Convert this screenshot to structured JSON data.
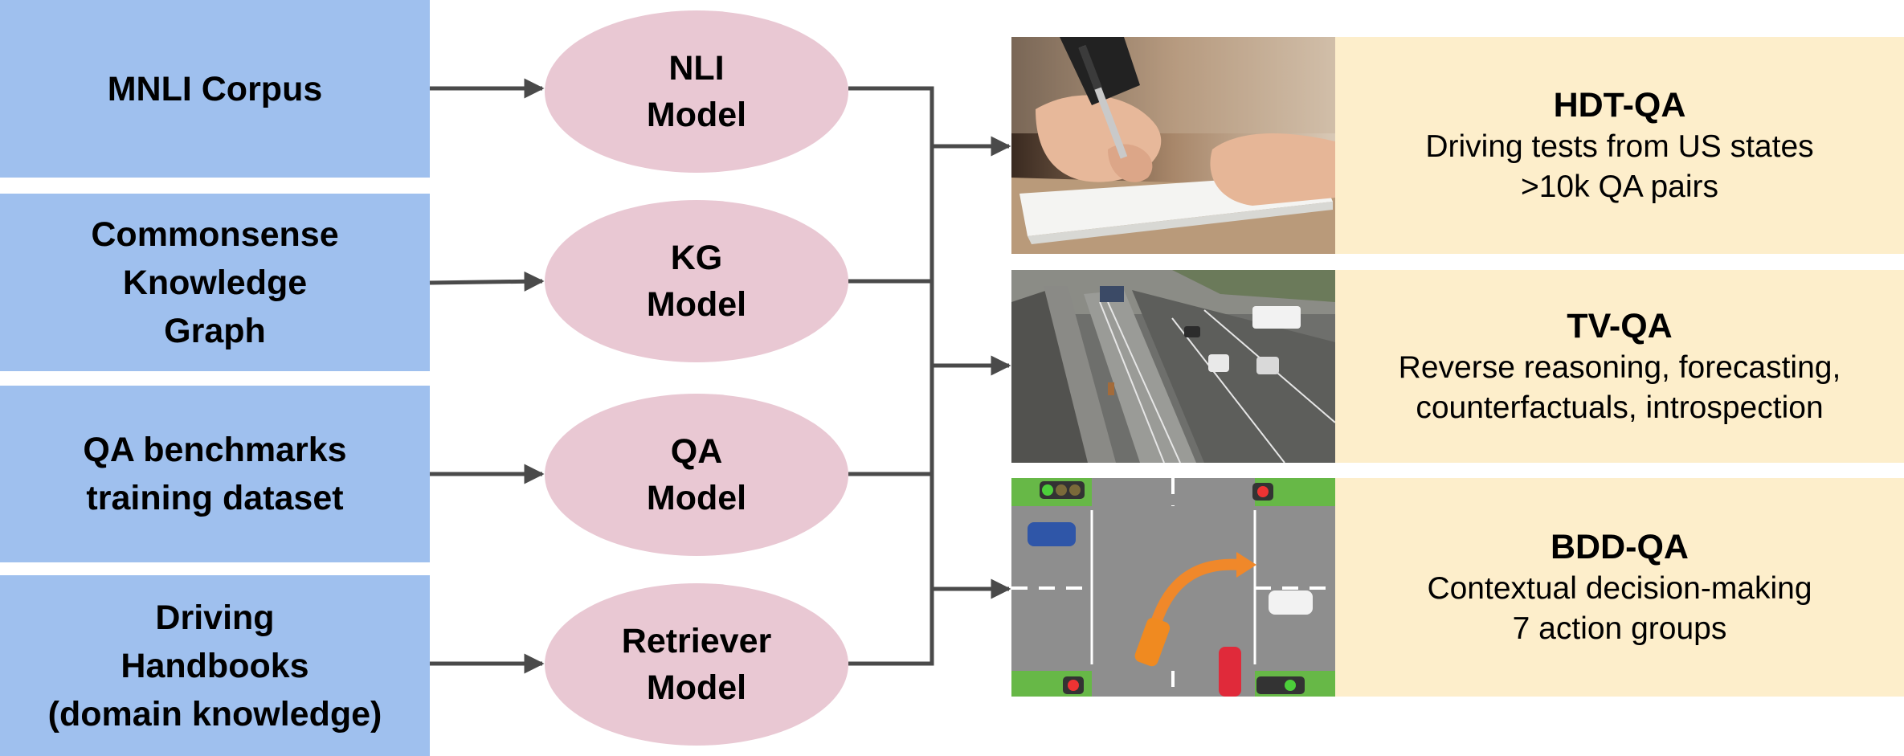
{
  "sources": [
    {
      "label": "MNLI Corpus"
    },
    {
      "label": "Commonsense\nKnowledge\nGraph"
    },
    {
      "label": "QA benchmarks\ntraining dataset"
    },
    {
      "label": "Driving\nHandbooks\n(domain knowledge)"
    }
  ],
  "models": [
    {
      "label": "NLI\nModel"
    },
    {
      "label": "KG\nModel"
    },
    {
      "label": "QA\nModel"
    },
    {
      "label": "Retriever\nModel"
    }
  ],
  "datasets": [
    {
      "title": "HDT-QA",
      "lines": [
        "Driving tests from US states",
        ">10k QA pairs"
      ],
      "image": "handwriting-photo"
    },
    {
      "title": "TV-QA",
      "lines": [
        "Reverse reasoning, forecasting,",
        "counterfactuals, introspection"
      ],
      "image": "highway-traffic-photo"
    },
    {
      "title": "BDD-QA",
      "lines": [
        "Contextual decision-making",
        "7 action groups"
      ],
      "image": "intersection-illustration"
    }
  ],
  "colors": {
    "source_box": "#9fc0ee",
    "model_ellipse": "#e9c8d3",
    "dataset_box": "#fdeecb",
    "arrow": "#4a4a4a"
  }
}
